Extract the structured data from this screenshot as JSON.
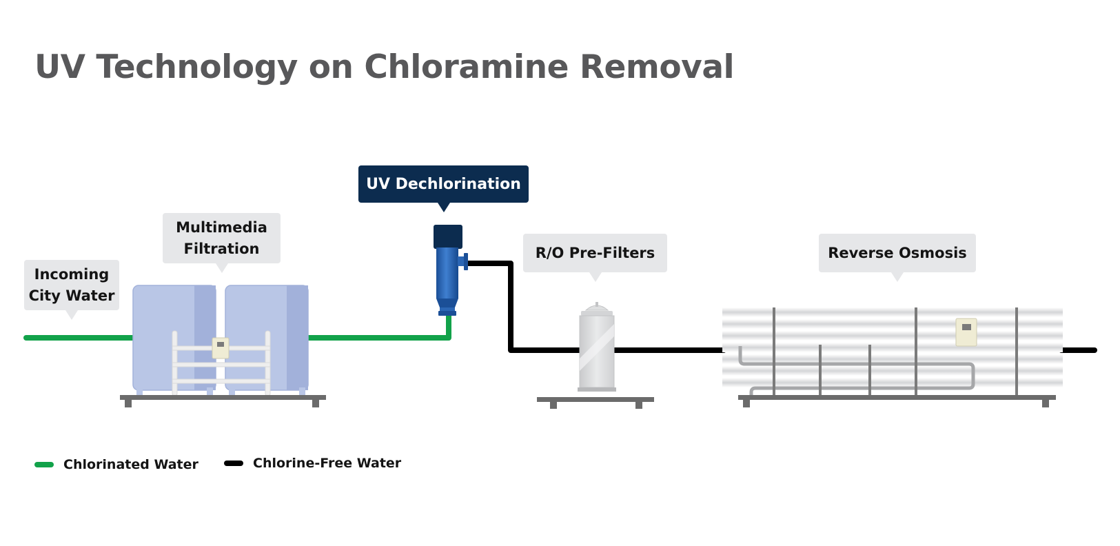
{
  "title": "UV Technology on Chloramine Removal",
  "stages": {
    "incoming": {
      "line1": "Incoming",
      "line2": "City Water"
    },
    "multimedia": {
      "line1": "Multimedia",
      "line2": "Filtration"
    },
    "uv": {
      "label": "UV Dechlorination"
    },
    "prefilters": {
      "label": "R/O Pre-Filters"
    },
    "ro": {
      "label": "Reverse Osmosis"
    }
  },
  "legend": [
    {
      "label": "Chlorinated Water",
      "color": "#12a24a"
    },
    {
      "label": "Chlorine-Free Water",
      "color": "#000000"
    }
  ],
  "colors": {
    "title": "#58585a",
    "callout_bg": "#e6e7e9",
    "callout_dark_bg": "#0c2c4f",
    "tank_fill": "#b9c6e6",
    "uv_unit": "#1e5aa8",
    "frame": "#6b6b6b"
  }
}
